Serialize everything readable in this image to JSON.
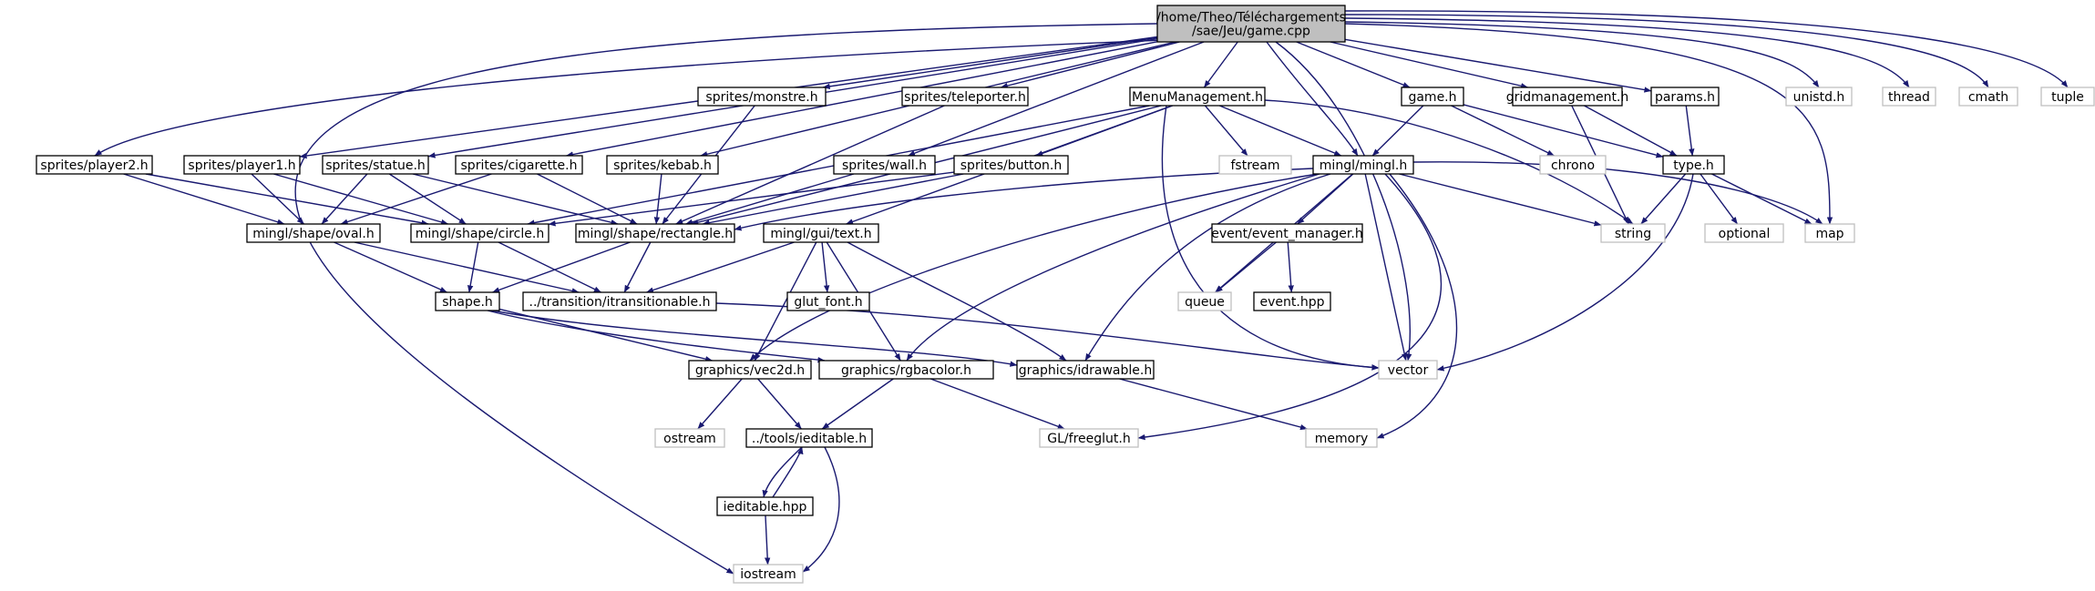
{
  "diagram": {
    "title": "",
    "colors": {
      "edge": "#191970",
      "root_fill": "#bfbfbf",
      "local_border": "#000000",
      "external_border": "#bfbfbf",
      "external_text": "#7f7f7f",
      "node_fill": "#ffffff"
    },
    "nodes": [
      {
        "id": "root",
        "label": "/home/Theo/Téléchargements\n/sae/Jeu/game.cpp",
        "kind": "root"
      },
      {
        "id": "iostream",
        "label": "iostream",
        "kind": "external"
      },
      {
        "id": "sprites_player2",
        "label": "sprites/player2.h",
        "kind": "local"
      },
      {
        "id": "sprites_player1",
        "label": "sprites/player1.h",
        "kind": "local"
      },
      {
        "id": "sprites_statue",
        "label": "sprites/statue.h",
        "kind": "local"
      },
      {
        "id": "sprites_cigarette",
        "label": "sprites/cigarette.h",
        "kind": "local"
      },
      {
        "id": "sprites_kebab",
        "label": "sprites/kebab.h",
        "kind": "local"
      },
      {
        "id": "sprites_monstre",
        "label": "sprites/monstre.h",
        "kind": "local"
      },
      {
        "id": "sprites_teleporter",
        "label": "sprites/teleporter.h",
        "kind": "local"
      },
      {
        "id": "sprites_wall",
        "label": "sprites/wall.h",
        "kind": "local"
      },
      {
        "id": "MenuManagement",
        "label": "MenuManagement.h",
        "kind": "local"
      },
      {
        "id": "sprites_button",
        "label": "sprites/button.h",
        "kind": "local"
      },
      {
        "id": "fstream",
        "label": "fstream",
        "kind": "external"
      },
      {
        "id": "mingl_mingl",
        "label": "mingl/mingl.h",
        "kind": "local"
      },
      {
        "id": "game_h",
        "label": "game.h",
        "kind": "local"
      },
      {
        "id": "chrono",
        "label": "chrono",
        "kind": "external"
      },
      {
        "id": "gridmanagement",
        "label": "gridmanagement.h",
        "kind": "local"
      },
      {
        "id": "params",
        "label": "params.h",
        "kind": "local"
      },
      {
        "id": "unistd",
        "label": "unistd.h",
        "kind": "external"
      },
      {
        "id": "thread",
        "label": "thread",
        "kind": "external"
      },
      {
        "id": "cmath",
        "label": "cmath",
        "kind": "external"
      },
      {
        "id": "tuple",
        "label": "tuple",
        "kind": "external"
      },
      {
        "id": "type_h",
        "label": "type.h",
        "kind": "local"
      },
      {
        "id": "string",
        "label": "string",
        "kind": "external"
      },
      {
        "id": "optional",
        "label": "optional",
        "kind": "external"
      },
      {
        "id": "map",
        "label": "map",
        "kind": "external"
      },
      {
        "id": "oval",
        "label": "mingl/shape/oval.h",
        "kind": "local"
      },
      {
        "id": "circle",
        "label": "mingl/shape/circle.h",
        "kind": "local"
      },
      {
        "id": "rectangle",
        "label": "mingl/shape/rectangle.h",
        "kind": "local"
      },
      {
        "id": "gui_text",
        "label": "mingl/gui/text.h",
        "kind": "local"
      },
      {
        "id": "event_manager",
        "label": "event/event_manager.h",
        "kind": "local"
      },
      {
        "id": "queue",
        "label": "queue",
        "kind": "external"
      },
      {
        "id": "event_hpp",
        "label": "event.hpp",
        "kind": "local"
      },
      {
        "id": "shape_h",
        "label": "shape.h",
        "kind": "local"
      },
      {
        "id": "itransitionable",
        "label": "../transition/itransitionable.h",
        "kind": "local"
      },
      {
        "id": "glut_font",
        "label": "glut_font.h",
        "kind": "local"
      },
      {
        "id": "vector",
        "label": "vector",
        "kind": "external"
      },
      {
        "id": "vec2d",
        "label": "graphics/vec2d.h",
        "kind": "local"
      },
      {
        "id": "rgbacolor",
        "label": "graphics/rgbacolor.h",
        "kind": "local"
      },
      {
        "id": "idrawable",
        "label": "graphics/idrawable.h",
        "kind": "local"
      },
      {
        "id": "ostream",
        "label": "ostream",
        "kind": "external"
      },
      {
        "id": "ieditable_h",
        "label": "../tools/ieditable.h",
        "kind": "local"
      },
      {
        "id": "freeglut",
        "label": "GL/freeglut.h",
        "kind": "external"
      },
      {
        "id": "memory",
        "label": "memory",
        "kind": "external"
      },
      {
        "id": "ieditable_hpp",
        "label": "ieditable.hpp",
        "kind": "local"
      }
    ],
    "edges": [
      [
        "root",
        "iostream"
      ],
      [
        "root",
        "sprites_player2"
      ],
      [
        "root",
        "sprites_player1"
      ],
      [
        "root",
        "sprites_statue"
      ],
      [
        "root",
        "sprites_cigarette"
      ],
      [
        "root",
        "sprites_kebab"
      ],
      [
        "root",
        "sprites_monstre"
      ],
      [
        "root",
        "sprites_teleporter"
      ],
      [
        "root",
        "sprites_wall"
      ],
      [
        "root",
        "MenuManagement"
      ],
      [
        "root",
        "mingl_mingl"
      ],
      [
        "root",
        "vector"
      ],
      [
        "root",
        "game_h"
      ],
      [
        "root",
        "gridmanagement"
      ],
      [
        "root",
        "params"
      ],
      [
        "root",
        "unistd"
      ],
      [
        "root",
        "thread"
      ],
      [
        "root",
        "cmath"
      ],
      [
        "root",
        "tuple"
      ],
      [
        "root",
        "map"
      ],
      [
        "sprites_player2",
        "oval"
      ],
      [
        "sprites_player2",
        "circle"
      ],
      [
        "sprites_player1",
        "oval"
      ],
      [
        "sprites_player1",
        "circle"
      ],
      [
        "sprites_statue",
        "oval"
      ],
      [
        "sprites_statue",
        "circle"
      ],
      [
        "sprites_statue",
        "rectangle"
      ],
      [
        "sprites_cigarette",
        "oval"
      ],
      [
        "sprites_cigarette",
        "rectangle"
      ],
      [
        "sprites_kebab",
        "rectangle"
      ],
      [
        "sprites_monstre",
        "rectangle"
      ],
      [
        "sprites_teleporter",
        "rectangle"
      ],
      [
        "sprites_wall",
        "rectangle"
      ],
      [
        "MenuManagement",
        "sprites_button"
      ],
      [
        "MenuManagement",
        "fstream"
      ],
      [
        "MenuManagement",
        "mingl_mingl"
      ],
      [
        "MenuManagement",
        "string"
      ],
      [
        "MenuManagement",
        "circle"
      ],
      [
        "MenuManagement",
        "rectangle"
      ],
      [
        "MenuManagement",
        "gui_text"
      ],
      [
        "MenuManagement",
        "vector"
      ],
      [
        "sprites_button",
        "circle"
      ],
      [
        "sprites_button",
        "rectangle"
      ],
      [
        "game_h",
        "mingl_mingl"
      ],
      [
        "game_h",
        "chrono"
      ],
      [
        "game_h",
        "type_h"
      ],
      [
        "gridmanagement",
        "type_h"
      ],
      [
        "gridmanagement",
        "string"
      ],
      [
        "params",
        "type_h"
      ],
      [
        "type_h",
        "string"
      ],
      [
        "type_h",
        "optional"
      ],
      [
        "type_h",
        "map"
      ],
      [
        "type_h",
        "vector"
      ],
      [
        "mingl_mingl",
        "string"
      ],
      [
        "mingl_mingl",
        "map"
      ],
      [
        "mingl_mingl",
        "event_manager"
      ],
      [
        "mingl_mingl",
        "queue"
      ],
      [
        "mingl_mingl",
        "vector"
      ],
      [
        "mingl_mingl",
        "vec2d"
      ],
      [
        "mingl_mingl",
        "rgbacolor"
      ],
      [
        "mingl_mingl",
        "idrawable"
      ],
      [
        "mingl_mingl",
        "freeglut"
      ],
      [
        "mingl_mingl",
        "memory"
      ],
      [
        "mingl_mingl",
        "rectangle"
      ],
      [
        "event_manager",
        "queue"
      ],
      [
        "event_manager",
        "event_hpp"
      ],
      [
        "oval",
        "shape_h"
      ],
      [
        "oval",
        "itransitionable"
      ],
      [
        "circle",
        "shape_h"
      ],
      [
        "circle",
        "itransitionable"
      ],
      [
        "rectangle",
        "shape_h"
      ],
      [
        "rectangle",
        "itransitionable"
      ],
      [
        "gui_text",
        "itransitionable"
      ],
      [
        "gui_text",
        "glut_font"
      ],
      [
        "gui_text",
        "vec2d"
      ],
      [
        "gui_text",
        "rgbacolor"
      ],
      [
        "gui_text",
        "idrawable"
      ],
      [
        "shape_h",
        "vec2d"
      ],
      [
        "shape_h",
        "rgbacolor"
      ],
      [
        "shape_h",
        "idrawable"
      ],
      [
        "itransitionable",
        "vector"
      ],
      [
        "vec2d",
        "ostream"
      ],
      [
        "vec2d",
        "ieditable_h"
      ],
      [
        "rgbacolor",
        "ieditable_h"
      ],
      [
        "rgbacolor",
        "freeglut"
      ],
      [
        "idrawable",
        "memory"
      ],
      [
        "ieditable_h",
        "ieditable_hpp"
      ],
      [
        "ieditable_h",
        "iostream"
      ],
      [
        "ieditable_hpp",
        "ieditable_h"
      ],
      [
        "ieditable_hpp",
        "iostream"
      ]
    ]
  }
}
